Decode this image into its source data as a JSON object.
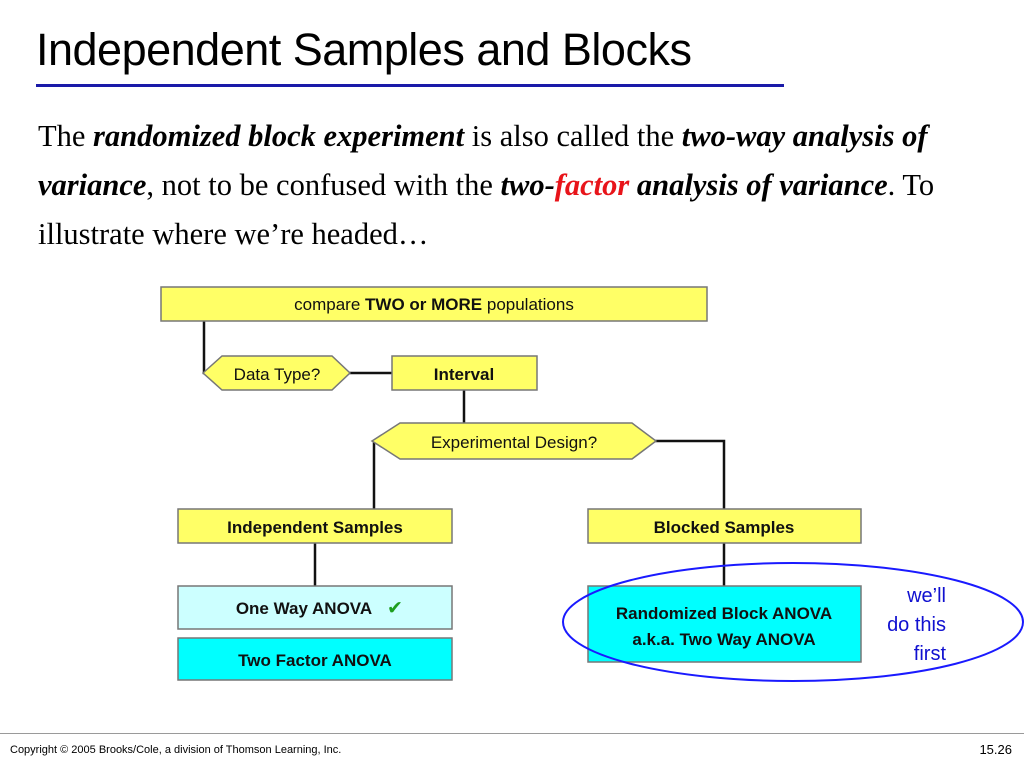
{
  "title": "Independent Samples and Blocks",
  "body": {
    "p1": "The ",
    "p2": "randomized block experiment",
    "p3": " is also called the ",
    "p4": "two-way analysis of variance",
    "p5": ", not to be confused with the ",
    "p6": "two-",
    "p7": "factor",
    "p8": " analysis of variance",
    "p9": ". To illustrate where we’re headed…"
  },
  "diagram": {
    "compare_prefix": "compare ",
    "compare_bold": "TWO or MORE",
    "compare_suffix": " populations",
    "data_type": "Data Type?",
    "interval": "Interval",
    "experimental_design": "Experimental Design?",
    "independent_samples": "Independent Samples",
    "blocked_samples": "Blocked Samples",
    "one_way_anova": "One Way ANOVA",
    "checkmark": "✔",
    "two_factor_anova": "Two Factor ANOVA",
    "randomized_block_line1": "Randomized Block ANOVA",
    "randomized_block_line2": "a.k.a. Two Way ANOVA"
  },
  "note": {
    "line1": "we’ll",
    "line2": "do this",
    "line3": "first"
  },
  "footer": {
    "copyright": "Copyright © 2005 Brooks/Cole, a division of Thomson Learning, Inc.",
    "page": "15.26"
  },
  "colors": {
    "yellow": "#ffff66",
    "light_cyan": "#ccffff",
    "cyan": "#00ffff",
    "ellipse": "#1a1aff",
    "title_rule": "#1a1aa8",
    "emphasis_red": "#e8141a"
  },
  "icons": {
    "checkmark": "check-icon"
  }
}
